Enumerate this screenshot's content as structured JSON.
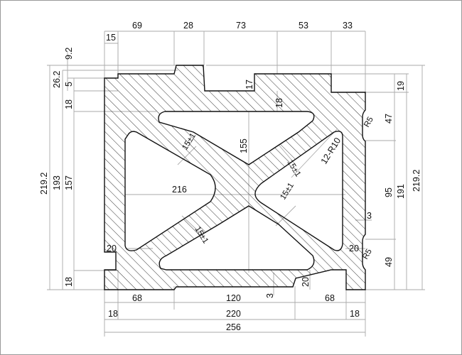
{
  "drawing": {
    "top_dims": [
      "15",
      "69",
      "28",
      "73",
      "53",
      "33"
    ],
    "left_dims": [
      "9.2",
      "26.2",
      "5",
      "18",
      "219.2",
      "193",
      "157",
      "18"
    ],
    "right_dims": [
      "19",
      "47",
      "95",
      "191",
      "219.2",
      "49"
    ],
    "inner_dims": [
      "17",
      "18",
      "155",
      "216",
      "15±1",
      "15±1",
      "15±1",
      "15±1",
      "12-R10",
      "R5",
      "20",
      "20",
      "R5",
      "3",
      "20",
      "3"
    ],
    "bottom_dims": [
      "68",
      "120",
      "68",
      "18",
      "220",
      "18",
      "256"
    ]
  }
}
